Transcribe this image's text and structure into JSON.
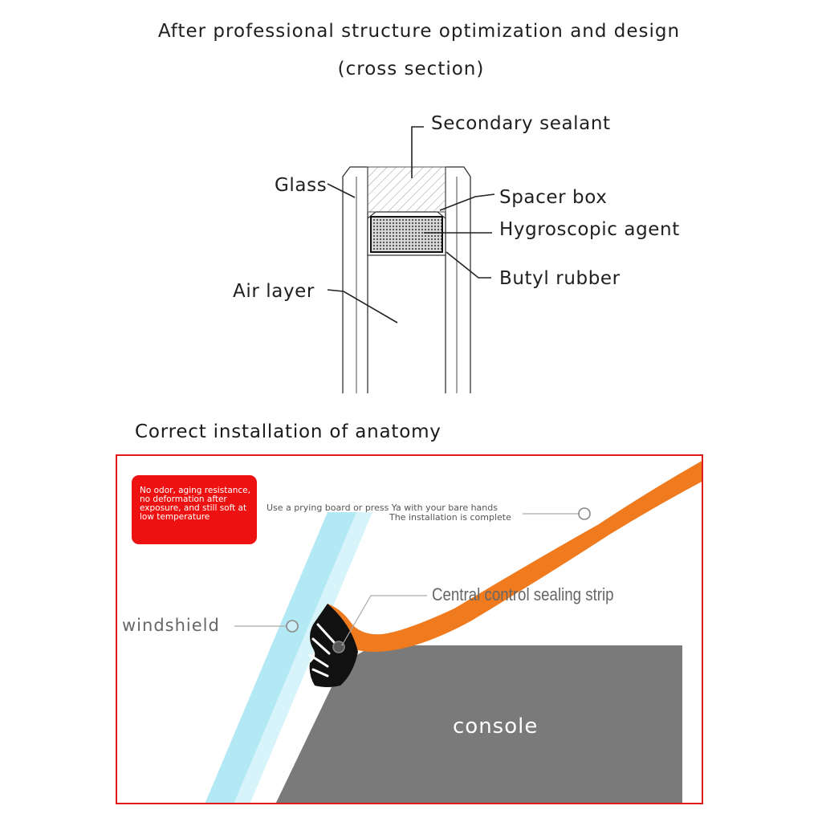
{
  "cross_section": {
    "title_line1": "After professional structure optimization and design",
    "title_line2": "(cross section)",
    "labels": {
      "secondary_sealant": "Secondary sealant",
      "glass": "Glass",
      "spacer_box": "Spacer box",
      "hygroscopic_agent": "Hygroscopic agent",
      "butyl_rubber": "Butyl rubber",
      "air_layer": "Air layer"
    }
  },
  "installation": {
    "title": "Correct installation of anatomy",
    "note": "No odor, aging resistance, no deformation after exposure, and still soft at low temperature",
    "prying_text": "Use a prying board or press Ya with your bare hands",
    "complete_text": "The installation is complete",
    "strip_label": "Central control sealing strip",
    "windshield_label": "windshield",
    "console_label": "console"
  },
  "colors": {
    "panel_border": "#e01d1d",
    "note_bg": "#ee1111",
    "strip_orange": "#f07a1e",
    "console_gray": "#7a7a7a",
    "glass_blue": "#aee6f3"
  }
}
